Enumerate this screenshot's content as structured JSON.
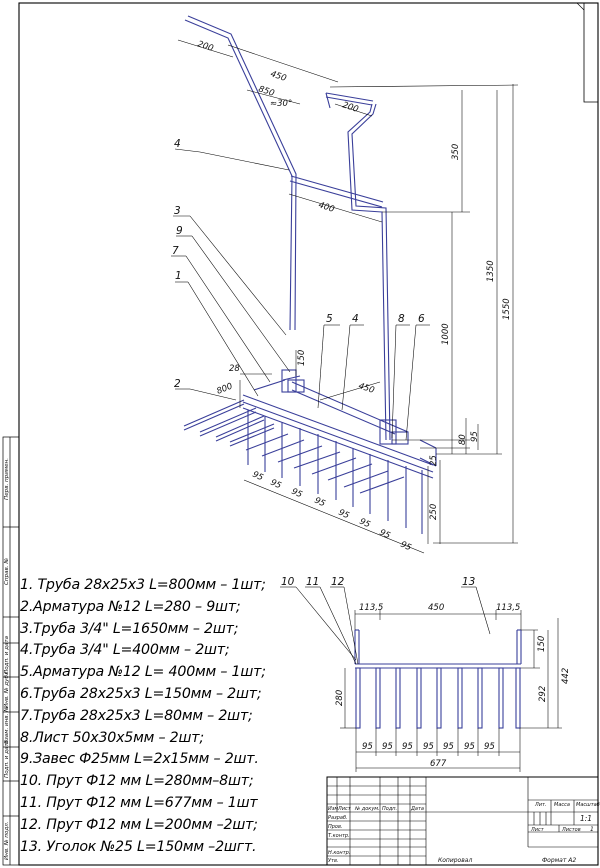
{
  "drawing": {
    "iso_dims": {
      "d200a": "200",
      "d450": "450",
      "d850": "850",
      "d200b": "200",
      "d30": "≈30°",
      "d400": "400",
      "d350": "350",
      "d1350": "1350",
      "d1550": "1550",
      "d1000": "1000",
      "d150": "150",
      "d28": "28",
      "d800": "800",
      "d450b": "450",
      "d80": "80",
      "d95a": "95",
      "d25": "25",
      "d250": "250",
      "tine_spacing": [
        "95",
        "95",
        "95",
        "95",
        "95",
        "95",
        "95",
        "95"
      ]
    },
    "iso_callouts": [
      "4",
      "3",
      "9",
      "7",
      "1",
      "2",
      "5",
      "4",
      "8",
      "6"
    ],
    "front_dims": {
      "d1135a": "113,5",
      "d450": "450",
      "d1135b": "113,5",
      "d150": "150",
      "d442": "442",
      "d292": "292",
      "d280": "280",
      "d677": "677",
      "spacing": [
        "95",
        "95",
        "95",
        "95",
        "95",
        "95",
        "95"
      ]
    },
    "front_callouts": [
      "10",
      "11",
      "12",
      "13"
    ]
  },
  "parts_list": [
    "1. Труба 28х25х3 L=800мм – 1шт;",
    "2.Арматура №12 L=280 – 9шт;",
    "3.Труба 3/4\" L=1650мм – 2шт;",
    "4.Труба 3/4\" L=400мм – 2шт;",
    "5.Арматура №12 L= 400мм – 1шт;",
    "6.Труба 28х25х3 L=150мм – 2шт;",
    "7.Труба 28х25х3 L=80мм – 2шт;",
    "8.Лист 50х30х5мм – 2шт;",
    "9.Завес Ф25мм L=2х15мм – 2шт.",
    "10. Прут Ф12 мм L=280мм–8шт;",
    "11. Прут Ф12 мм L=677мм – 1шт",
    "12. Прут Ф12 мм L=200мм –2шт;",
    "13. Уголок №25 L=150мм –2шгт."
  ],
  "side_stamp": [
    "Перв. примен.",
    "Справ. №",
    "Подп. и дата",
    "Инв. № дубл.",
    "Взам. инв. №",
    "Подп. и дата",
    "Инв. № подл."
  ],
  "title_block": {
    "rev_headers": [
      "Изм",
      "Лист",
      "№ докум.",
      "Подп.",
      "Дата"
    ],
    "roles": [
      "Разраб.",
      "Пров.",
      "Т.контр.",
      "",
      "Н.контр.",
      "Утв."
    ],
    "lit_label": "Лит.",
    "mass_label": "Масса",
    "scale_label": "Масштаб",
    "scale_value": "1:1",
    "sheet_label": "Лист",
    "sheets_label": "Листов",
    "sheets_value": "1",
    "copied": "Копировал",
    "format": "Формат A2"
  }
}
